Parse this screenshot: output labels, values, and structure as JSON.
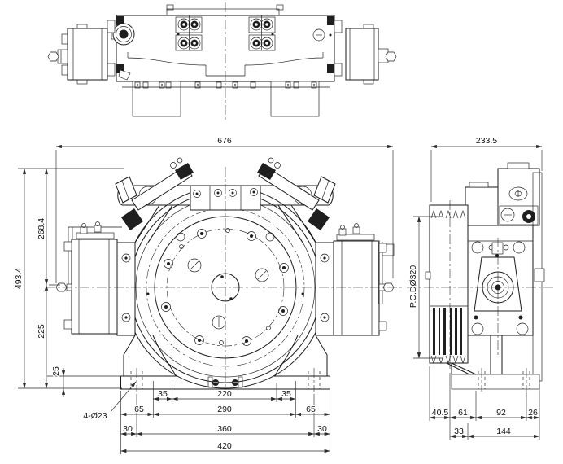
{
  "drawing": {
    "type": "three-view dimensional drawing of gearless traction machine",
    "front": {
      "overall_width": "676",
      "hole_callout": "4-Ø23",
      "row_inner": [
        "35",
        "220",
        "35"
      ],
      "row_mid": [
        "65",
        "290",
        "65"
      ],
      "row_outer": [
        "30",
        "360",
        "30"
      ],
      "base_total": "420"
    },
    "left": {
      "overall_height": "493.4",
      "upper": "268.4",
      "lower": "225",
      "foot": "25"
    },
    "side": {
      "overall_depth": "233.5",
      "pitch_circle": "P.C.DØ320",
      "row1": [
        "40.5",
        "61",
        "92",
        "26"
      ],
      "row2": [
        "33",
        "144"
      ]
    }
  }
}
